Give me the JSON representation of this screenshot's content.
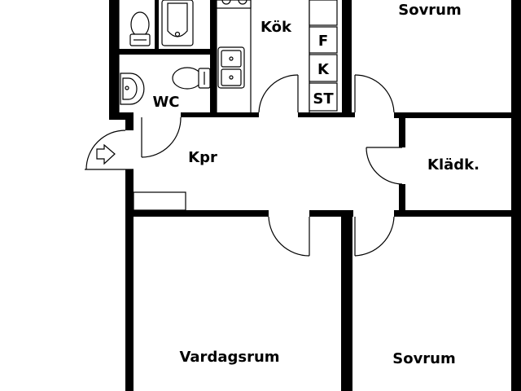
{
  "rooms": {
    "sovrum_top": "Sovrum",
    "kok": "Kök",
    "wc": "WC",
    "kpr": "Kpr",
    "kladk": "Klädk.",
    "vardagsrum": "Vardagsrum",
    "sovrum_bottom": "Sovrum"
  },
  "cabinets": {
    "f": "F",
    "k": "K",
    "st": "ST"
  },
  "colors": {
    "wall": "#000000",
    "background": "#ffffff"
  }
}
